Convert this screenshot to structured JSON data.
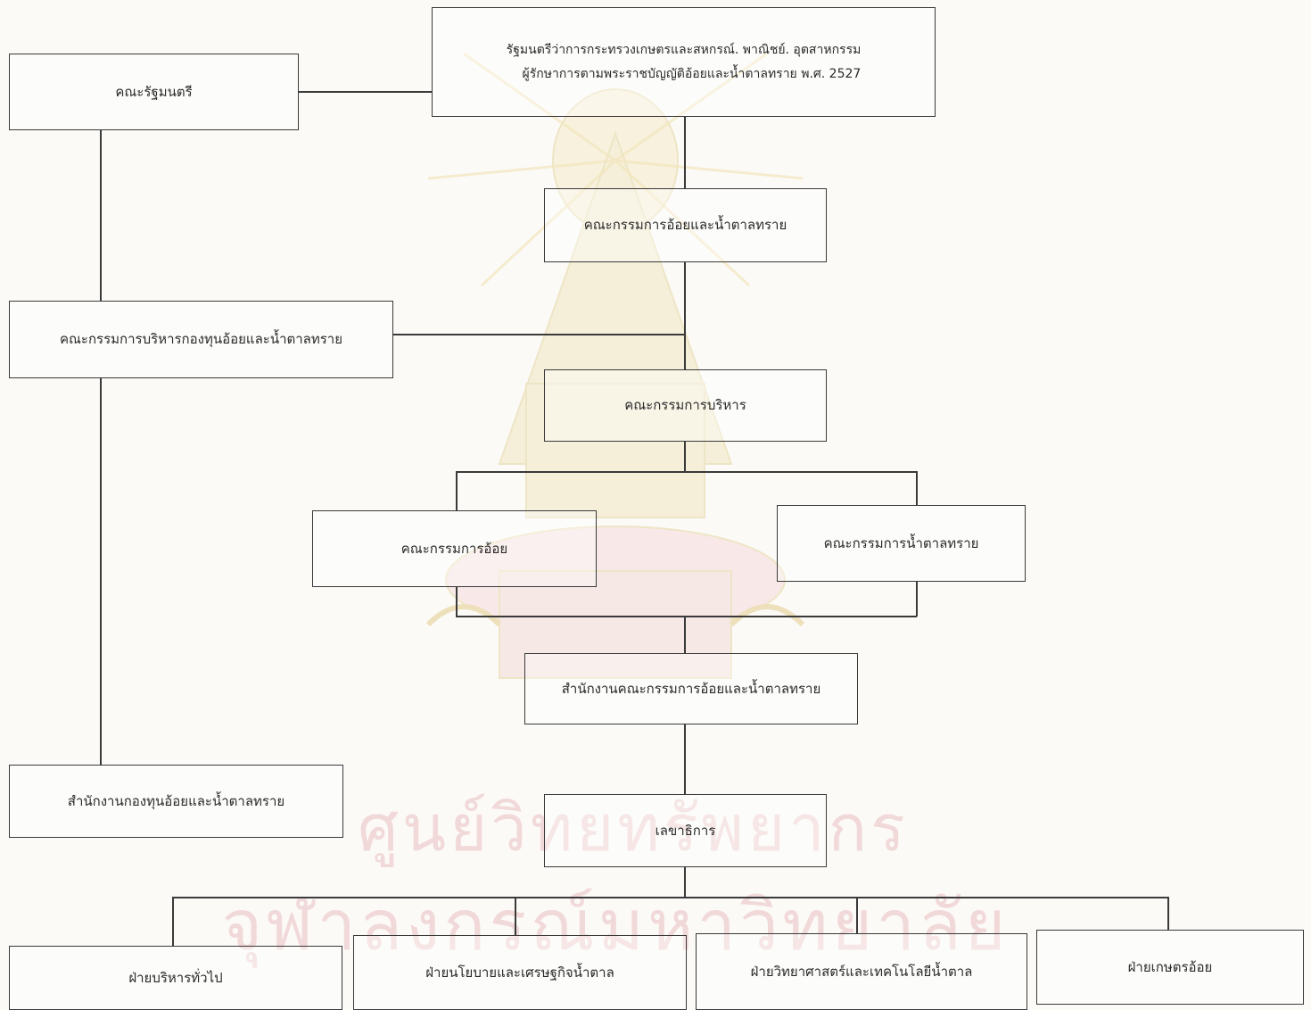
{
  "nodes": {
    "cabinet": "คณะรัฐมนตรี",
    "minister_line1": "รัฐมนตรีว่าการกระทรวงเกษตรและสหกรณ์. พาณิชย์. อุตสาหกรรม",
    "minister_line2": "ผู้รักษาการตามพระราชบัญญัติอ้อยและน้ำตาลทราย  พ.ศ. 2527",
    "cane_sugar_board": "คณะกรรมการอ้อยและน้ำตาลทราย",
    "fund_board": "คณะกรรมการบริหารกองทุนอ้อยและน้ำตาลทราย",
    "executive_board": "คณะกรรมการบริหาร",
    "cane_board": "คณะกรรมการอ้อย",
    "sugar_board": "คณะกรรมการน้ำตาลทราย",
    "board_office": "สำนักงานคณะกรรมการอ้อยและน้ำตาลทราย",
    "fund_office": "สำนักงานกองทุนอ้อยและน้ำตาลทราย",
    "secretary_general": "เลขาธิการ",
    "div_admin": "ฝ่ายบริหารทั่วไป",
    "div_policy": "ฝ่ายนโยบายและเศรษฐกิจน้ำตาล",
    "div_science": "ฝ่ายวิทยาศาสตร์และเทคโนโลยีน้ำตาล",
    "div_agri": "ฝ่ายเกษตรอ้อย"
  },
  "watermark": {
    "line1": "ศูนย์วิทยทรัพยากร",
    "line2": "จุฬาลงกรณ์มหาวิทยาลัย"
  },
  "colors": {
    "line": "#3a3a3a",
    "watermark": "#f2dada"
  }
}
